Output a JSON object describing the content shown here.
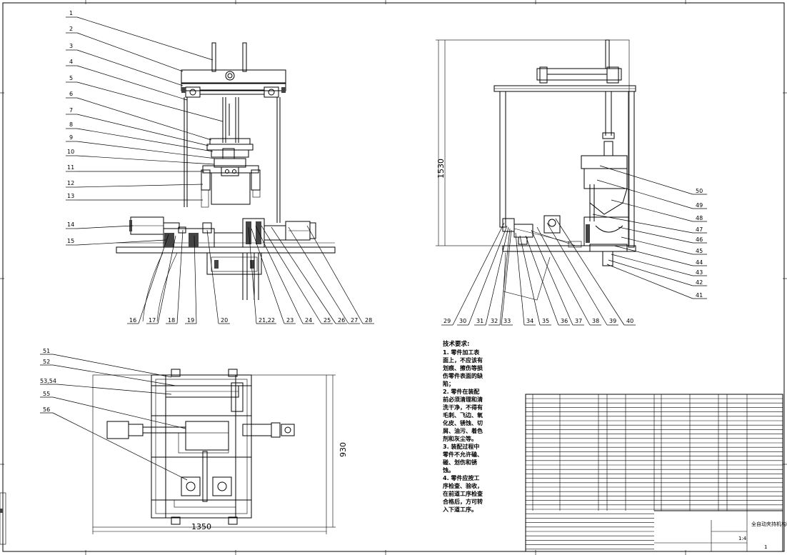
{
  "leaders_left": [
    "1",
    "2",
    "3",
    "4",
    "5",
    "6",
    "7",
    "8",
    "9",
    "10",
    "11",
    "12",
    "13",
    "14",
    "15"
  ],
  "leaders_bottom_left": [
    "16",
    "17",
    "18",
    "19",
    "20",
    "21,22",
    "23",
    "24",
    "25",
    "26",
    "27",
    "28"
  ],
  "leaders_right_side": [
    "50",
    "49",
    "48",
    "47",
    "46",
    "45",
    "44",
    "43",
    "42",
    "41"
  ],
  "leaders_bottom_right": [
    "29",
    "30",
    "31",
    "32",
    "33",
    "34",
    "35",
    "36",
    "37",
    "38",
    "39",
    "40"
  ],
  "leaders_plan": [
    "51",
    "52",
    "53,54",
    "55",
    "56"
  ],
  "dimensions": {
    "height_side": "1530",
    "width_plan": "1350",
    "depth_plan": "930"
  },
  "tech_notes": {
    "title": "技术要求:",
    "items": [
      "1. 零件加工表面上，不应该有划痕、擦伤等损伤零件表面的缺陷；",
      "2. 零件在装配前必须清理和清洗干净，不得有毛刺、飞边、氧化皮、锈蚀、切屑、油污、着色剂和灰尘等。",
      "3. 装配过程中零件不允许磕、碰、划伤和锈蚀。",
      "4. 零件应按工序检查、验收，在前道工序检查合格后，方可转入下道工序。"
    ]
  },
  "title_block": {
    "title": "全自动夹持机构装配图",
    "scale": "1:4",
    "sheet": "1"
  }
}
